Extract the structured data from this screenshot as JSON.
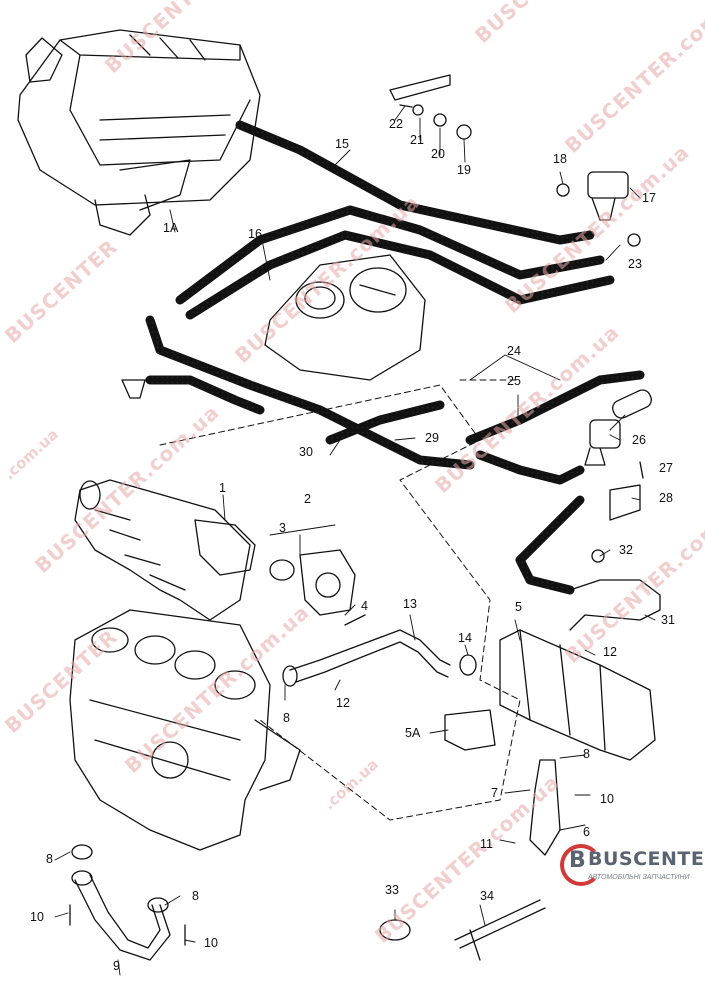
{
  "callouts": {
    "c1A": "1A",
    "c1": "1",
    "c2": "2",
    "c3": "3",
    "c4": "4",
    "c5": "5",
    "c5A": "5A",
    "c6": "6",
    "c7": "7",
    "c8a": "8",
    "c8b": "8",
    "c8c": "8",
    "c8d": "8",
    "c9": "9",
    "c10a": "10",
    "c10b": "10",
    "c10c": "10",
    "c11": "11",
    "c12a": "12",
    "c12b": "12",
    "c13": "13",
    "c14": "14",
    "c15": "15",
    "c16": "16",
    "c17": "17",
    "c18": "18",
    "c19": "19",
    "c20": "20",
    "c21": "21",
    "c22": "22",
    "c23": "23",
    "c24": "24",
    "c25": "25",
    "c26": "26",
    "c27": "27",
    "c28": "28",
    "c29": "29",
    "c30": "30",
    "c31": "31",
    "c32": "32",
    "c33": "33",
    "c34": "34"
  },
  "watermark": {
    "main": "BUSCENTER",
    "domain": "BUSCENTER.com.ua",
    "short": ".com.ua"
  },
  "brand": {
    "name": "BUSCENTER",
    "subtitle": "АВТОМОБІЛЬНІ ЗАПЧАСТИНИ",
    "accent": "#d23a3a",
    "gray": "#5a6470"
  }
}
